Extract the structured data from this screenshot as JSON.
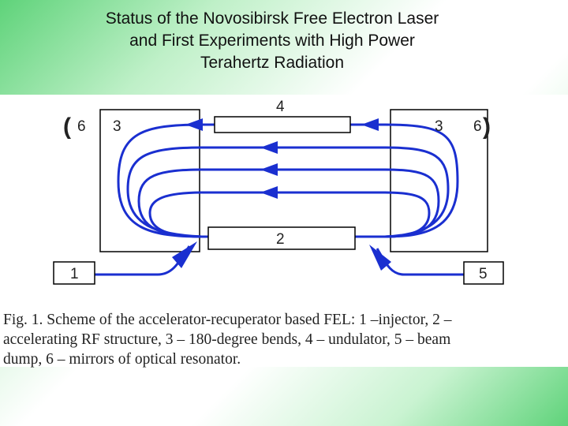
{
  "slide": {
    "title_lines": [
      "Status of the Novosibirsk Free Electron Laser",
      "and First Experiments with High Power",
      "Terahertz Radiation"
    ]
  },
  "diagram": {
    "labels": {
      "undulator": "4",
      "bend_left": "3",
      "bend_right": "3",
      "mirror_left": "6",
      "mirror_right": "6",
      "paren_left": "(",
      "paren_right": ")",
      "rf_structure": "2",
      "injector": "1",
      "beam_dump": "5"
    },
    "colors": {
      "beam": "#1a2fd0",
      "outline": "#000000",
      "label_text": "#222222"
    }
  },
  "caption": {
    "lines": [
      "Fig. 1. Scheme of the accelerator-recuperator based FEL: 1 –injector, 2 –",
      "accelerating RF structure, 3 – 180-degree bends, 4 – undulator, 5 – beam",
      "dump, 6 – mirrors of optical resonator."
    ]
  }
}
